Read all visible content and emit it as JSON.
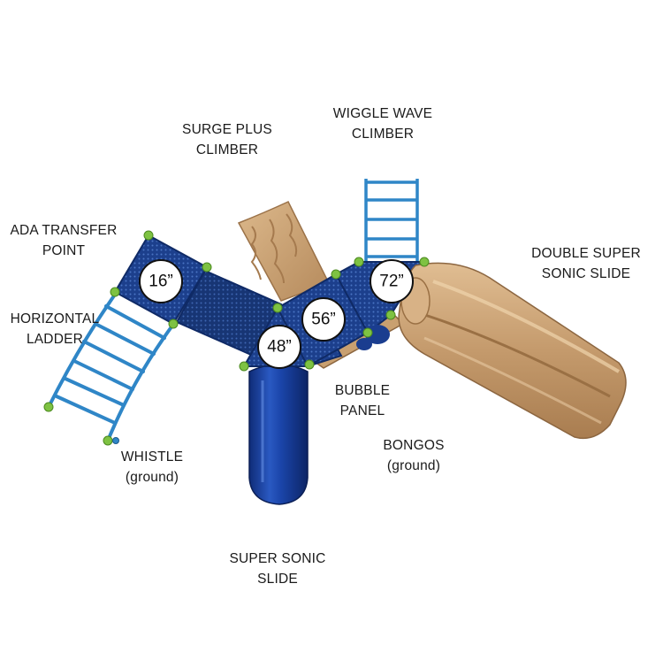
{
  "labels": {
    "surge_plus": [
      "SURGE PLUS",
      "CLIMBER"
    ],
    "wiggle_wave": [
      "WIGGLE WAVE",
      "CLIMBER"
    ],
    "ada_transfer": [
      "ADA TRANSFER",
      "POINT"
    ],
    "double_super_sonic": [
      "DOUBLE SUPER",
      "SONIC SLIDE"
    ],
    "horizontal_ladder": [
      "HORIZONTAL",
      "LADDER"
    ],
    "bubble_panel": [
      "BUBBLE",
      "PANEL"
    ],
    "whistle": [
      "WHISTLE",
      "(ground)"
    ],
    "bongos": [
      "BONGOS",
      "(ground)"
    ],
    "super_sonic": [
      "SUPER SONIC",
      "SLIDE"
    ]
  },
  "deck_heights": {
    "deck_16": "16”",
    "deck_48": "48”",
    "deck_56": "56”",
    "deck_72": "72”"
  },
  "colors": {
    "deck_blue": "#1c3f8c",
    "frame_blue": "#2f86c7",
    "tan": "#c49a6c",
    "clamp_green": "#7ec242"
  }
}
